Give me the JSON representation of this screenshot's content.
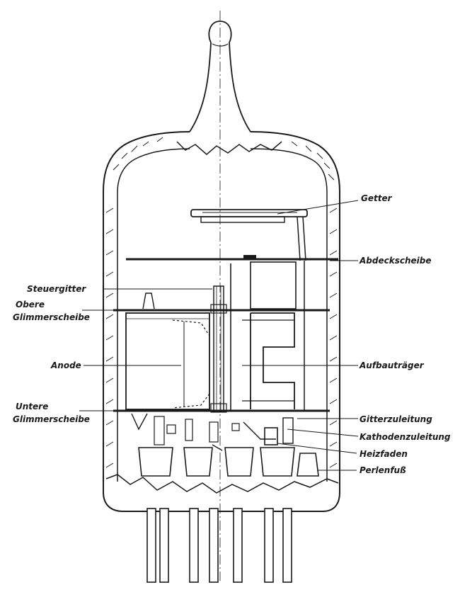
{
  "labels": {
    "getter": "Getter",
    "abdeckscheibe": "Abdeckscheibe",
    "steuergitter": "Steuergitter",
    "obere_line1": "Obere",
    "obere_line2": "Glimmerscheibe",
    "anode": "Anode",
    "aufbautraeger": "Aufbauträger",
    "untere_line1": "Untere",
    "untere_line2": "Glimmerscheibe",
    "gitterzuleitung": "Gitterzuleitung",
    "kathodenzuleitung": "Kathodenzuleitung",
    "heizfaden": "Heizfaden",
    "perlenfuss": "Perlenfuß"
  },
  "colors": {
    "ink": "#1a1a1a",
    "paper": "#ffffff"
  }
}
